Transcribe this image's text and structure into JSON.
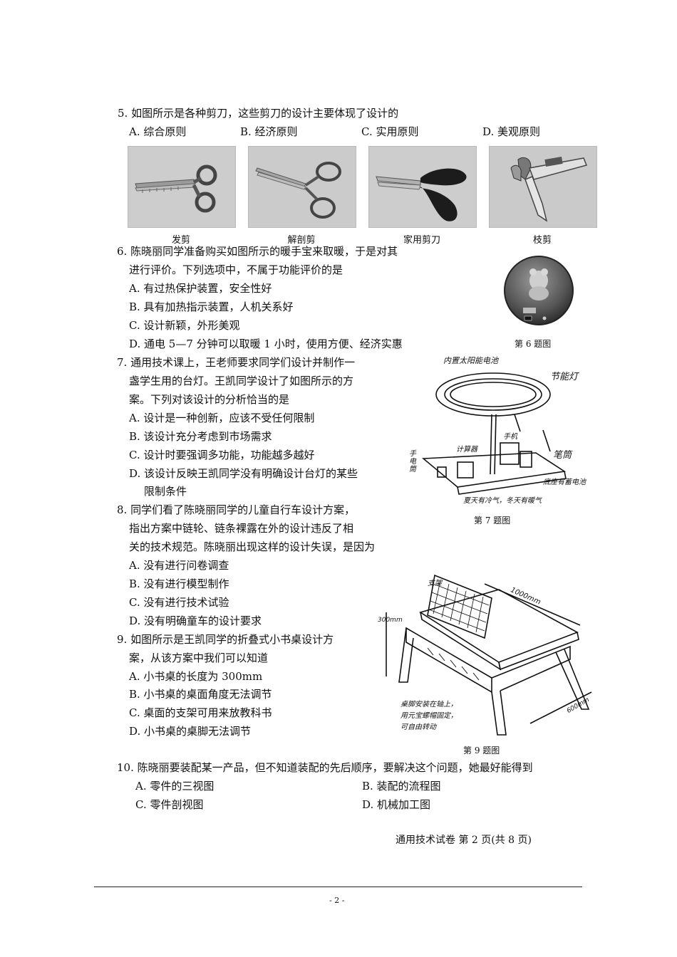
{
  "q5": {
    "stem": "5. 如图所示是各种剪刀，这些剪刀的设计主要体现了设计的",
    "options": [
      "A. 综合原则",
      "B. 经济原则",
      "C. 实用原则",
      "D. 美观原则"
    ],
    "images": [
      {
        "caption": "发剪",
        "icon": "hair-scissors"
      },
      {
        "caption": "解剖剪",
        "icon": "dissecting-scissors"
      },
      {
        "caption": "家用剪刀",
        "icon": "household-scissors"
      },
      {
        "caption": "枝剪",
        "icon": "pruning-shears"
      }
    ]
  },
  "q6": {
    "stem_l1": "6. 陈晓丽同学准备购买如图所示的暖手宝来取暖，于是对其",
    "stem_l2": "进行评价。下列选项中，不属于功能评价的是",
    "options": [
      "A. 有过热保护装置，安全性好",
      "B. 具有加热指示装置，人机关系好",
      "C. 设计新颖，外形美观",
      "D. 通电 5—7 分钟可以取暖 1 小时，使用方便、经济实惠"
    ],
    "figure_caption": "第 6 题图"
  },
  "q7": {
    "stem_l1": "7. 通用技术课上，王老师要求同学们设计并制作一",
    "stem_l2": "盏学生用的台灯。王凯同学设计了如图所示的方",
    "stem_l3": "案。下列对该设计的分析恰当的是",
    "options": [
      "A. 设计是一种创新，应该不受任何限制",
      "B. 该设计充分考虑到市场需求",
      "C. 设计时要强调多功能，功能越多越好",
      "D. 该设计反映王凯同学没有明确设计台灯的某些"
    ],
    "option_d_cont": "限制条件",
    "figure_caption": "第 7 题图",
    "sketch_labels": {
      "top_left": "内置太阳能电池",
      "top_right": "节能灯",
      "calc": "计算器",
      "phone": "手机",
      "pen": "笔筒",
      "left": "手电筒",
      "base": "底座有蓄电池",
      "bottom": "夏天有冷气，冬天有暖气"
    }
  },
  "q8": {
    "stem_l1": "8. 同学们看了陈晓丽同学的儿童自行车设计方案，",
    "stem_l2": "指出方案中链轮、链条裸露在外的设计违反了相",
    "stem_l3": "关的技术规范。陈晓丽出现这样的设计失误，是因为",
    "options": [
      "A. 没有进行问卷调查",
      "B. 没有进行模型制作",
      "C. 没有进行技术试验",
      "D. 没有明确童车的设计要求"
    ]
  },
  "q9": {
    "stem_l1": "9. 如图所示是王凯同学的折叠式小书桌设计方",
    "stem_l2": "案，从该方案中我们可以知道",
    "options": [
      "A. 小书桌的长度为 300mm",
      "B. 小书桌的桌面角度无法调节",
      "C. 桌面的支架可用来放教科书",
      "D. 小书桌的桌脚无法调节"
    ],
    "figure_caption": "第 9 题图",
    "sketch_labels": {
      "stand": "支架",
      "length": "1000mm",
      "height": "300mm",
      "width": "600mm",
      "note_l1": "桌脚安装在轴上，",
      "note_l2": "用元宝螺帽固定，",
      "note_l3": "可自由转动"
    }
  },
  "q10": {
    "stem": "10. 陈晓丽要装配某一产品，但不知道装配的先后顺序，要解决这个问题，她最好能得到",
    "options": [
      "A. 零件的三视图",
      "B. 装配的流程图",
      "C. 零件剖视图",
      "D. 机械加工图"
    ]
  },
  "footer": {
    "page_label": "通用技术试卷 第 2 页(共 8 页)",
    "page_number": "- 2 -"
  }
}
